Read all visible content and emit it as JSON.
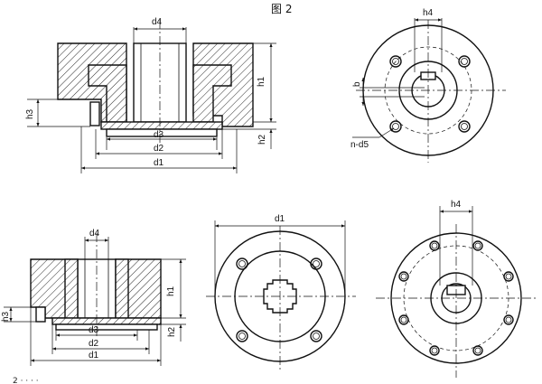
{
  "title": "图 2",
  "caption": "2  ·  ·  ·  ·",
  "views": {
    "top_section": {
      "d4": "d4",
      "d3": "d3",
      "d2": "d2",
      "d1": "d1",
      "h1": "h1",
      "h2": "h2",
      "h3": "h3"
    },
    "top_end": {
      "h4": "h4",
      "b": "b",
      "nd5": "n-d5"
    },
    "bottom_section": {
      "d4": "d4",
      "d3": "d3",
      "d2": "d2",
      "d1": "d1",
      "h1": "h1",
      "h2": "h2",
      "h3": "h3"
    },
    "bottom_spline_end": {
      "d1": "d1"
    },
    "bottom_key_end": {
      "h4": "h4"
    }
  }
}
